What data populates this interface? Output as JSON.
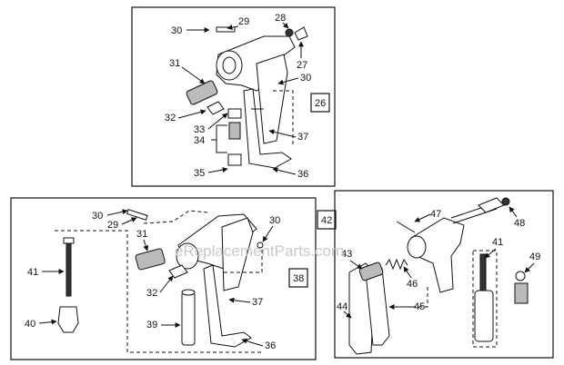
{
  "panels": {
    "top": {
      "ref": "26",
      "callouts": [
        "30",
        "29",
        "28",
        "27",
        "31",
        "30",
        "32",
        "33",
        "34",
        "37",
        "35",
        "36"
      ]
    },
    "bottom_left": {
      "ref": "38",
      "callouts": [
        "30",
        "29",
        "30",
        "31",
        "41",
        "32",
        "37",
        "39",
        "40",
        "36"
      ]
    },
    "bottom_right": {
      "ref": "42",
      "callouts": [
        "47",
        "48",
        "43",
        "41",
        "49",
        "46",
        "44",
        "45"
      ]
    }
  },
  "watermark": "eReplacementParts.com"
}
